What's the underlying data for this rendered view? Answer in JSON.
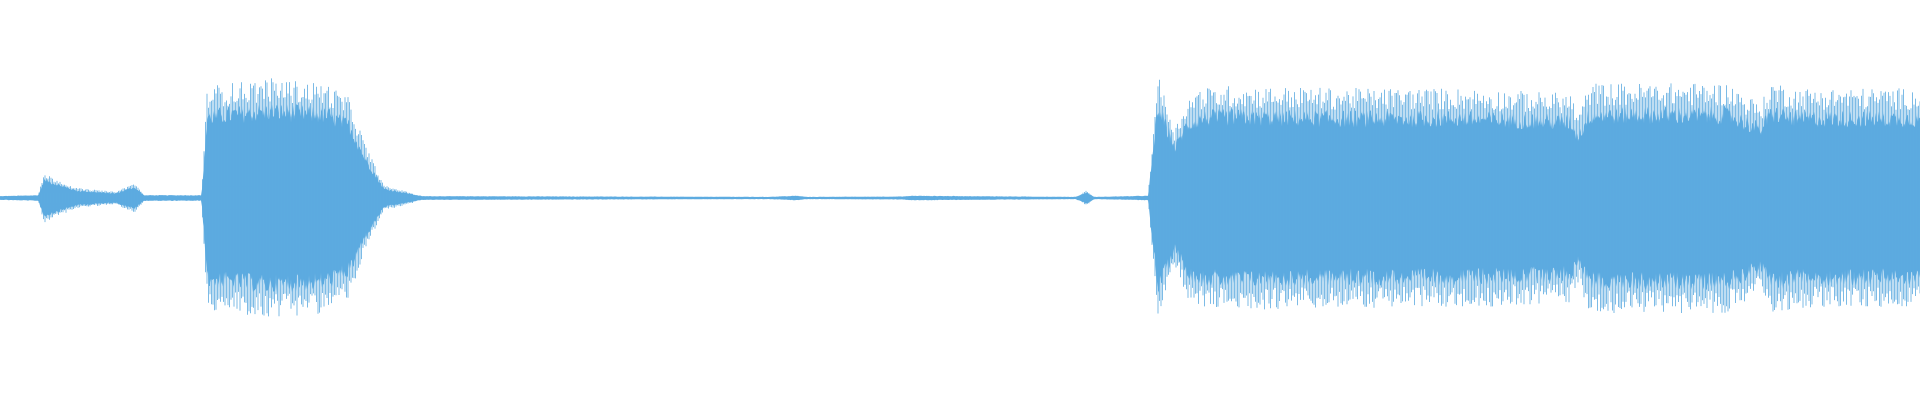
{
  "waveform": {
    "color": "#5dabe0",
    "background": "#ffffff",
    "amplitude_profile": [
      {
        "t": 0.0,
        "a": 0.01
      },
      {
        "t": 0.02,
        "a": 0.015
      },
      {
        "t": 0.023,
        "a": 0.1
      },
      {
        "t": 0.028,
        "a": 0.08
      },
      {
        "t": 0.04,
        "a": 0.04
      },
      {
        "t": 0.06,
        "a": 0.025
      },
      {
        "t": 0.07,
        "a": 0.06
      },
      {
        "t": 0.075,
        "a": 0.015
      },
      {
        "t": 0.105,
        "a": 0.015
      },
      {
        "t": 0.108,
        "a": 0.45
      },
      {
        "t": 0.14,
        "a": 0.48
      },
      {
        "t": 0.17,
        "a": 0.46
      },
      {
        "t": 0.182,
        "a": 0.4
      },
      {
        "t": 0.19,
        "a": 0.22
      },
      {
        "t": 0.2,
        "a": 0.05
      },
      {
        "t": 0.22,
        "a": 0.01
      },
      {
        "t": 0.4,
        "a": 0.006
      },
      {
        "t": 0.415,
        "a": 0.012
      },
      {
        "t": 0.42,
        "a": 0.006
      },
      {
        "t": 0.47,
        "a": 0.008
      },
      {
        "t": 0.475,
        "a": 0.012
      },
      {
        "t": 0.56,
        "a": 0.006
      },
      {
        "t": 0.566,
        "a": 0.03
      },
      {
        "t": 0.57,
        "a": 0.006
      },
      {
        "t": 0.598,
        "a": 0.012
      },
      {
        "t": 0.603,
        "a": 0.5
      },
      {
        "t": 0.612,
        "a": 0.28
      },
      {
        "t": 0.618,
        "a": 0.4
      },
      {
        "t": 0.625,
        "a": 0.44
      },
      {
        "t": 0.64,
        "a": 0.45
      },
      {
        "t": 0.7,
        "a": 0.44
      },
      {
        "t": 0.76,
        "a": 0.44
      },
      {
        "t": 0.818,
        "a": 0.42
      },
      {
        "t": 0.822,
        "a": 0.34
      },
      {
        "t": 0.828,
        "a": 0.46
      },
      {
        "t": 0.9,
        "a": 0.46
      },
      {
        "t": 0.917,
        "a": 0.38
      },
      {
        "t": 0.923,
        "a": 0.47
      },
      {
        "t": 0.935,
        "a": 0.44
      },
      {
        "t": 1.0,
        "a": 0.44
      }
    ]
  }
}
